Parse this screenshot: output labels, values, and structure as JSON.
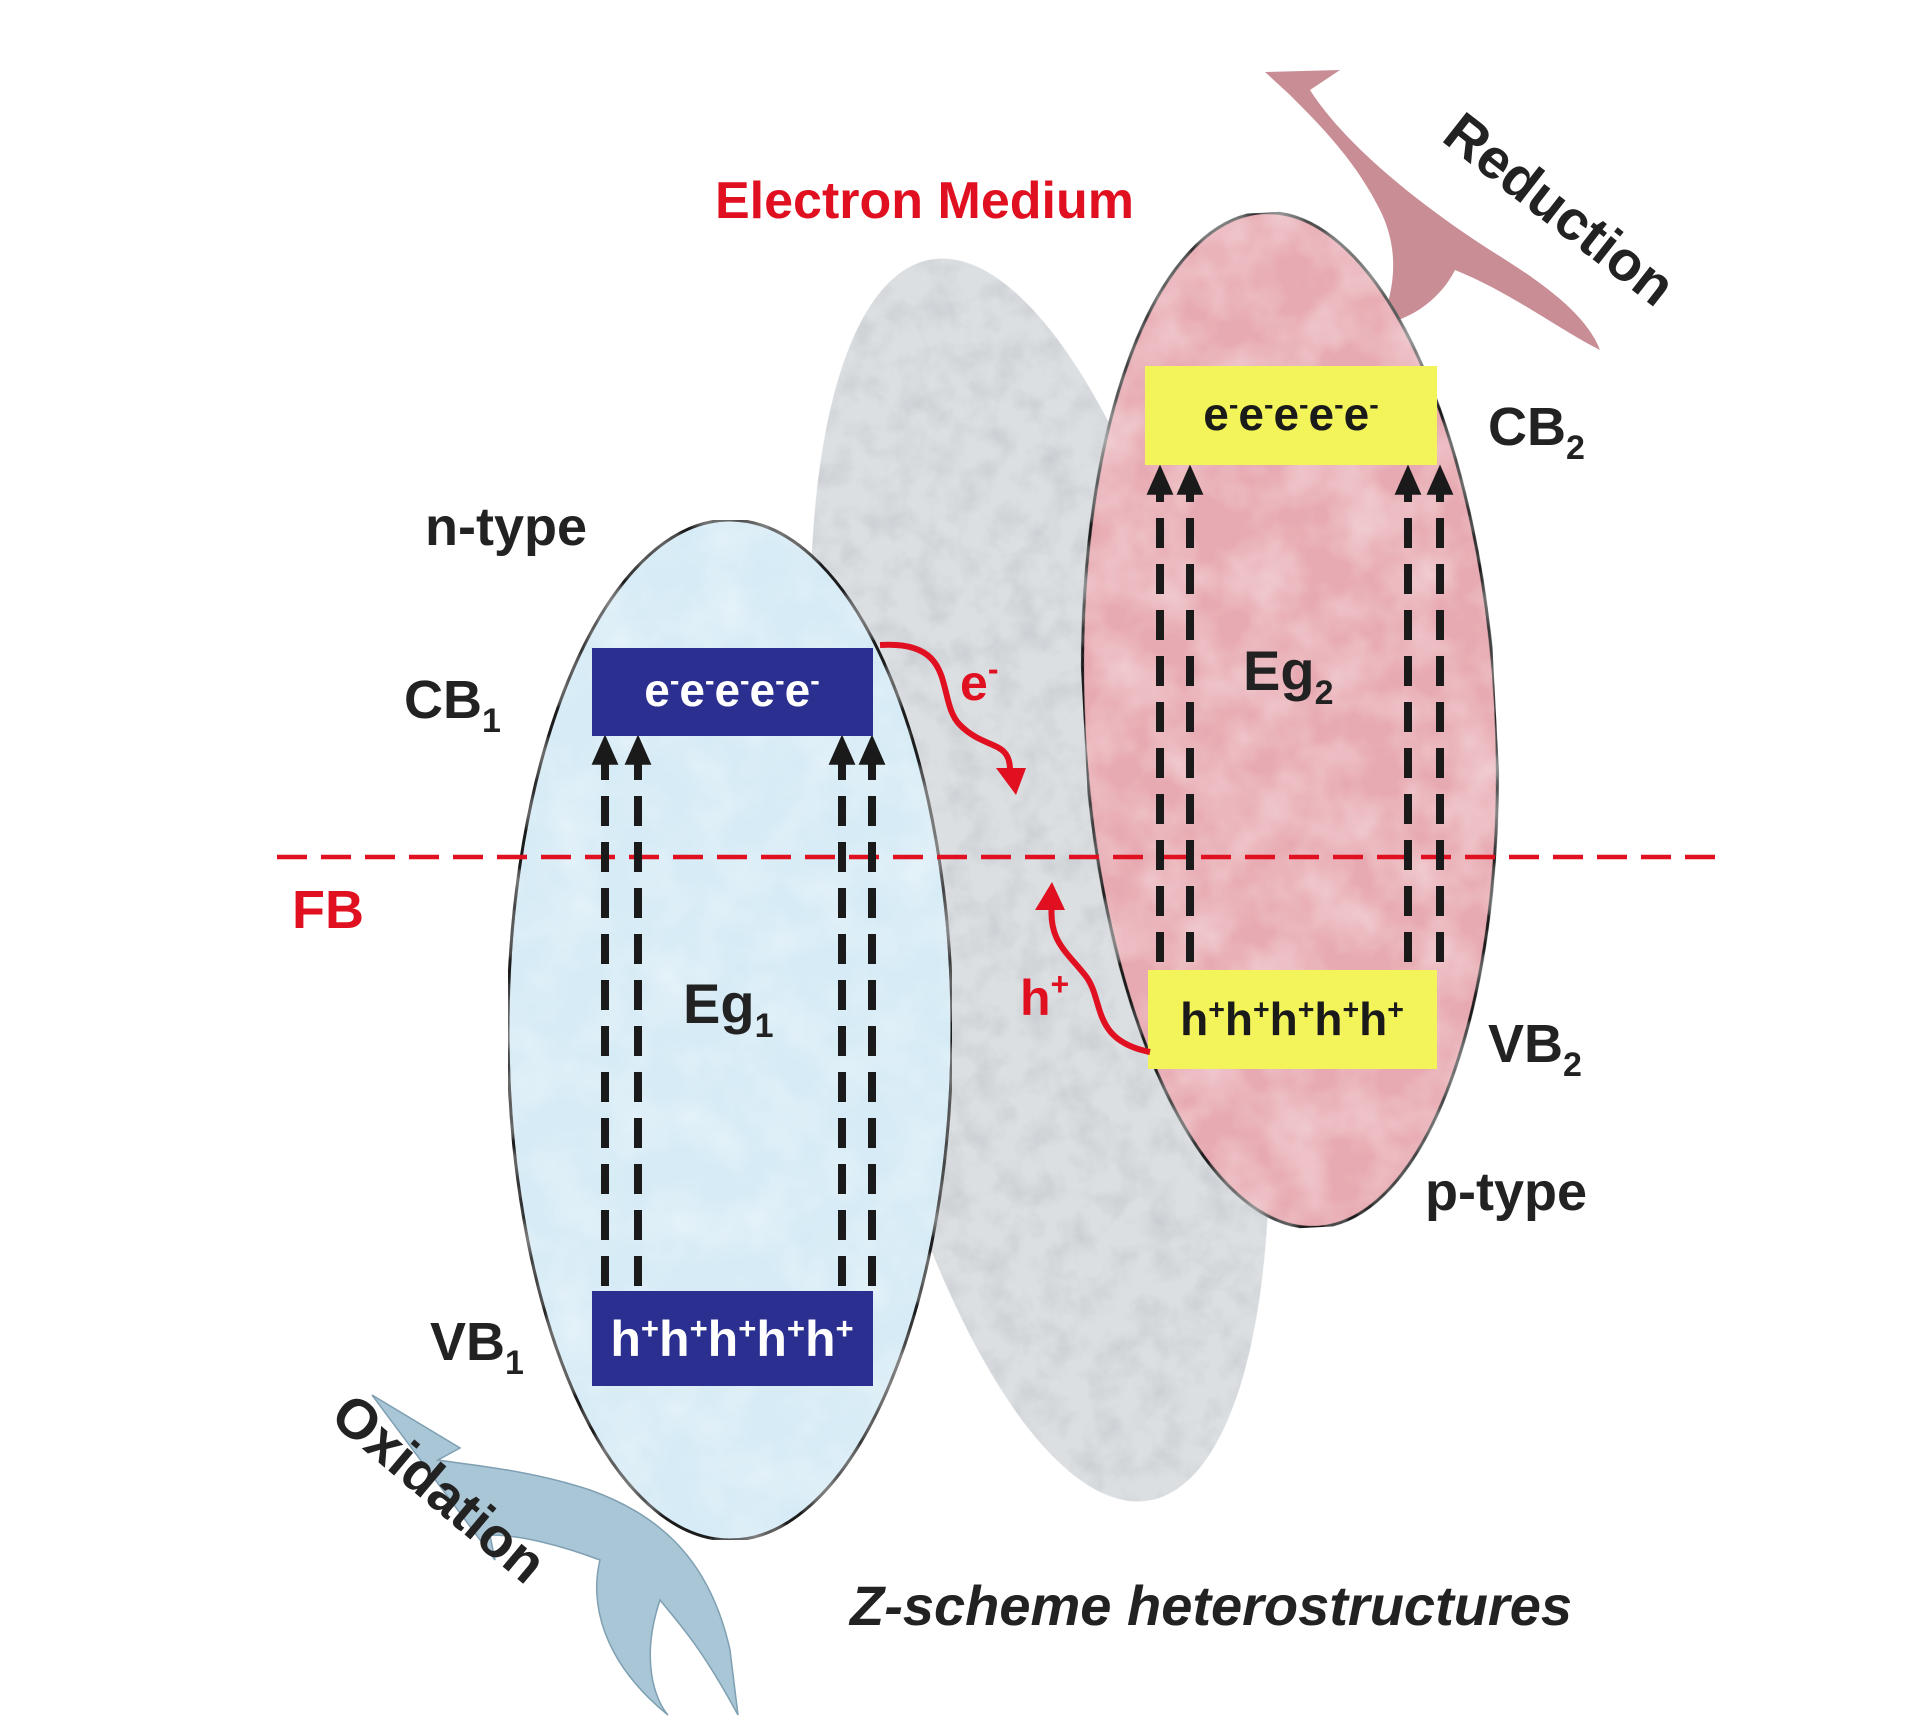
{
  "colors": {
    "red": "#e01020",
    "n_type_fill": "#d6ebf6",
    "p_type_fill": "#e8aab2",
    "medium_fill": "#dcdfe2",
    "navy_band": "#2b2f8f",
    "yellow_band": "#f3f35a",
    "oxidation_arrow": "#a9c6d6",
    "reduction_arrow": "#c98d95"
  },
  "labels": {
    "electron_medium": "Electron Medium",
    "reduction": "Reduction",
    "oxidation": "Oxidation",
    "n_type": "n-type",
    "p_type": "p-type",
    "fb": "FB",
    "cb1": "CB",
    "cb1_sub": "1",
    "vb1": "VB",
    "vb1_sub": "1",
    "cb2": "CB",
    "cb2_sub": "2",
    "vb2": "VB",
    "vb2_sub": "2",
    "eg1": "Eg",
    "eg1_sub": "1",
    "eg2": "Eg",
    "eg2_sub": "2",
    "transfer_e": "e",
    "transfer_e_sup": "-",
    "transfer_h": "h",
    "transfer_h_sup": "+",
    "footer": "Z-scheme heterostructures"
  },
  "bands": {
    "cb1": {
      "charge": "e",
      "sup": "-",
      "count": 5
    },
    "vb1": {
      "charge": "h",
      "sup": "+",
      "count": 5
    },
    "cb2": {
      "charge": "e",
      "sup": "-",
      "count": 5
    },
    "vb2": {
      "charge": "h",
      "sup": "+",
      "count": 5
    }
  }
}
